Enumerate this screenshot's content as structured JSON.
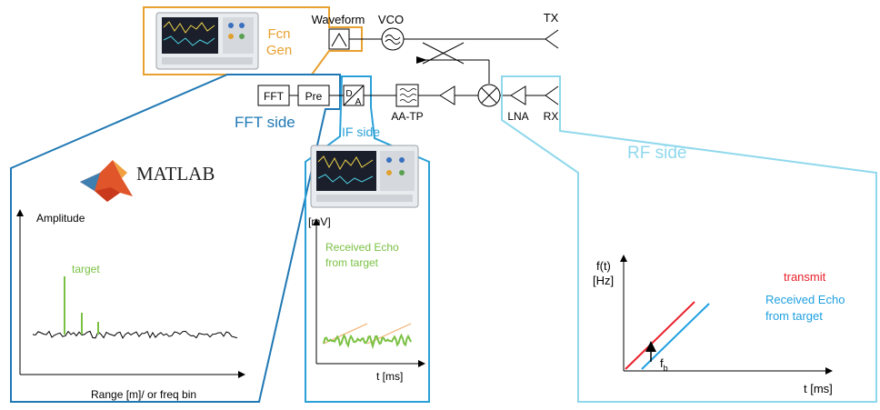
{
  "blocks": {
    "fcn_gen": [
      "Fcn",
      "Gen"
    ],
    "waveform": "Waveform",
    "vco": "VCO",
    "tx": "TX",
    "rx": "RX",
    "fft": "FFT",
    "pre": "Pre",
    "dac_d": "D",
    "dac_a": "A",
    "aa_tp": "AA-TP",
    "lna": "LNA"
  },
  "sections": {
    "fft_side": "FFT side",
    "if_side": "IF side",
    "rf_side": "RF side",
    "matlab": "MATLAB"
  },
  "fft_plot": {
    "ylabel": "Amplitude",
    "xlabel": "Range [m]/ or freq bin",
    "annotation": "target"
  },
  "if_plot": {
    "ylabel": "[mV]",
    "xlabel": "t [ms]",
    "annotation": [
      "Received Echo",
      "from target"
    ]
  },
  "rf_plot": {
    "ylabel": [
      "f(t)",
      "[Hz]"
    ],
    "xlabel": "t [ms]",
    "transmit": "transmit",
    "echo": [
      "Received Echo",
      "from target"
    ],
    "fb": "f",
    "fb_sub": "b"
  },
  "colors": {
    "fcn_orange": "#e8a030",
    "fft_blue": "#1f78b4",
    "if_blue": "#2aa0d8",
    "rf_light": "#8fd8ec",
    "green": "#7ac143",
    "red": "#e8202a",
    "echo_blue": "#1ea0e0"
  }
}
